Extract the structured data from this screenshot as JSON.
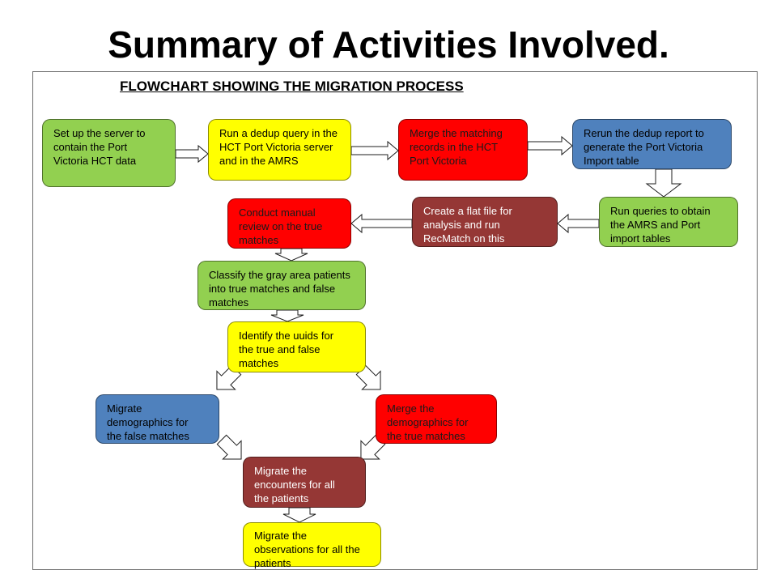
{
  "title": "Summary of Activities Involved.",
  "subtitle": "FLOWCHART SHOWING THE MIGRATION PROCESS",
  "steps": [
    {
      "text": "Set up the server to contain the Port Victoria HCT data",
      "fill": "#92D050",
      "text_color": "#000000"
    },
    {
      "text": "Run a dedup query in the HCT Port Victoria server and in the AMRS",
      "fill": "#FFFF00",
      "text_color": "#000000"
    },
    {
      "text": "Merge the matching records in the HCT Port Victoria",
      "fill": "#FF0000",
      "text_color": "#1a1a1a"
    },
    {
      "text": "Rerun the dedup report to generate the Port Victoria Import table",
      "fill": "#4F81BD",
      "text_color": "#000000"
    },
    {
      "text": "Run queries to obtain the AMRS and Port import tables",
      "fill": "#92D050",
      "text_color": "#000000"
    },
    {
      "text": "Create a flat file for analysis and run RecMatch on this",
      "fill": "#953735",
      "text_color": "#ffffff"
    },
    {
      "text": "Conduct manual review on the true matches",
      "fill": "#FF0000",
      "text_color": "#1a1a1a"
    },
    {
      "text": "Classify the gray area patients into true matches and false matches",
      "fill": "#92D050",
      "text_color": "#000000"
    },
    {
      "text": "Identify the uuids for the true and false matches",
      "fill": "#FFFF00",
      "text_color": "#000000"
    },
    {
      "text": "Migrate demographics for the false matches",
      "fill": "#4F81BD",
      "text_color": "#000000"
    },
    {
      "text": "Merge the demographics for the true matches",
      "fill": "#FF0000",
      "text_color": "#1a1a1a"
    },
    {
      "text": "Migrate the encounters for all the patients",
      "fill": "#953735",
      "text_color": "#ffffff"
    },
    {
      "text": "Migrate the observations for all the patients",
      "fill": "#FFFF00",
      "text_color": "#000000"
    }
  ],
  "arrow_style": {
    "fill": "#ffffff",
    "stroke": "#1e1e1e"
  }
}
